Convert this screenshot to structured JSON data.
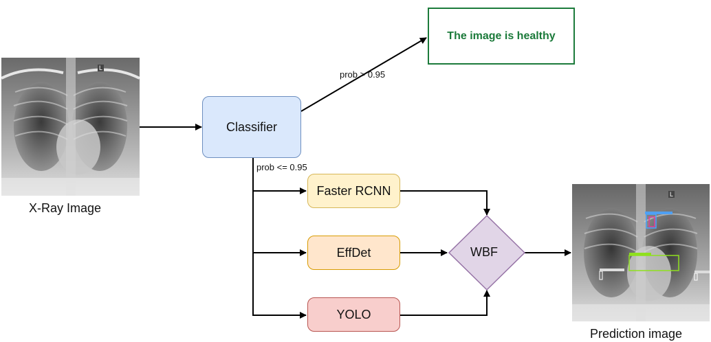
{
  "input": {
    "caption": "X-Ray Image",
    "image_marker": "L"
  },
  "classifier": {
    "label": "Classifier"
  },
  "healthy_output": {
    "text": "The image is healthy",
    "color": "#1b7a3a"
  },
  "edges": {
    "high_prob": "prob > 0.95",
    "low_prob": "prob <= 0.95"
  },
  "detectors": [
    {
      "label": "Faster RCNN",
      "fill": "#fff2cc",
      "stroke": "#d6b656"
    },
    {
      "label": "EffDet",
      "fill": "#ffe6cc",
      "stroke": "#d79b00"
    },
    {
      "label": "YOLO",
      "fill": "#f8cecc",
      "stroke": "#b85450"
    }
  ],
  "fusion": {
    "label": "WBF",
    "fill": "#e1d5e7",
    "stroke": "#9673a6"
  },
  "output": {
    "caption": "Prediction image",
    "image_marker": "L"
  },
  "colors": {
    "classifier_fill": "#dae8fc",
    "classifier_stroke": "#6c8ebf",
    "arrow": "#000000"
  }
}
